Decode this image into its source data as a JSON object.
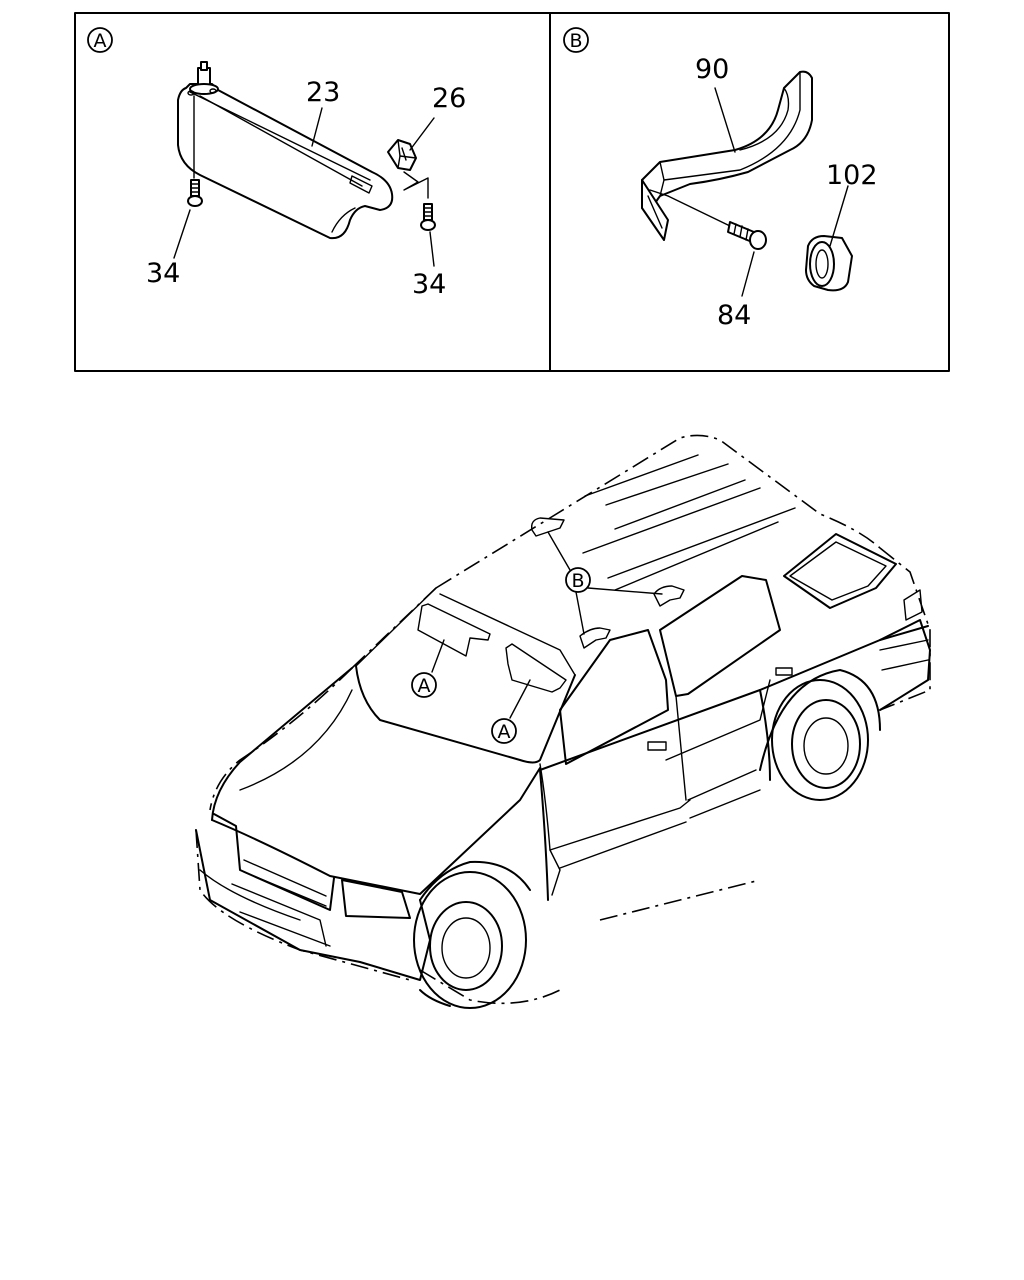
{
  "panels": [
    {
      "id": "A",
      "label": "A"
    },
    {
      "id": "B",
      "label": "B"
    }
  ],
  "callouts": {
    "p23": "23",
    "p26": "26",
    "p34a": "34",
    "p34b": "34",
    "p90": "90",
    "p102": "102",
    "p84": "84"
  },
  "vehicle_markers": {
    "a1": "A",
    "a2": "A",
    "b1": "B"
  }
}
